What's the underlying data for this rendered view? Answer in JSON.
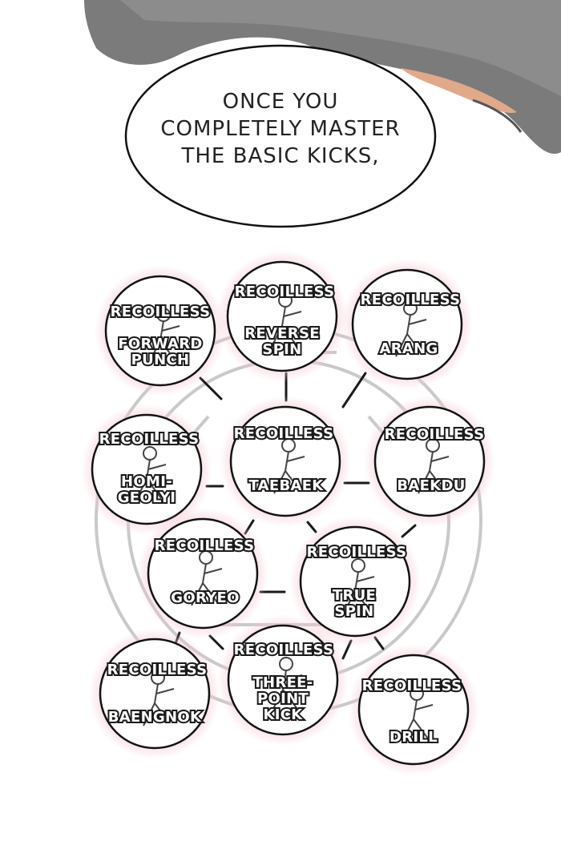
{
  "speech_bubble": {
    "lines": [
      "ONCE YOU",
      "COMPLETELY MASTER",
      "THE BASIC KICKS,"
    ]
  },
  "diagram": {
    "nodes": [
      {
        "id": "forward-punch",
        "top": "RECOILLESS",
        "name": [
          "FORWARD",
          "PUNCH"
        ]
      },
      {
        "id": "reverse-spin",
        "top": "RECOILLESS",
        "name": [
          "REVERSE",
          "SPIN"
        ]
      },
      {
        "id": "arang",
        "top": "RECOILLESS",
        "name": [
          "ARANG"
        ]
      },
      {
        "id": "homi-geolyi",
        "top": "RECOILLESS",
        "name": [
          "HOMI-",
          "GEOLYI"
        ]
      },
      {
        "id": "taebaek",
        "top": "RECOILLESS",
        "name": [
          "TAEBAEK"
        ]
      },
      {
        "id": "baekdu",
        "top": "RECOILLESS",
        "name": [
          "BAEKDU"
        ]
      },
      {
        "id": "goryeo",
        "top": "RECOILLESS",
        "name": [
          "GORYEO"
        ]
      },
      {
        "id": "true-spin",
        "top": "RECOILLESS",
        "name": [
          "TRUE",
          "SPIN"
        ]
      },
      {
        "id": "baengnok",
        "top": "RECOILLESS",
        "name": [
          "BAENGNOK"
        ]
      },
      {
        "id": "three-point-kick",
        "top": "RECOILLESS",
        "name": [
          "THREE-",
          "POINT",
          "KICK"
        ]
      },
      {
        "id": "drill",
        "top": "RECOILLESS",
        "name": [
          "DRILL"
        ]
      }
    ]
  },
  "colors": {
    "background": "#ffffff",
    "panel_top": "#7a7a7a",
    "glow": "#f4c9d4",
    "label_fill": "#ffffff",
    "label_outline": "#1a1a1a"
  }
}
